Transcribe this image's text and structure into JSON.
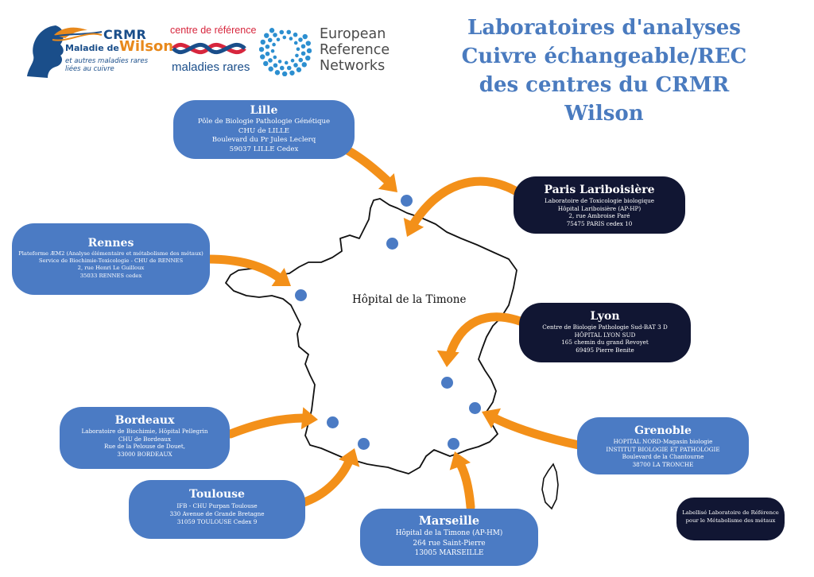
{
  "logos": {
    "crmr": {
      "acronym": "CRMR",
      "maladie_de": "Maladie de",
      "wilson": "Wilson",
      "subtitle_line1": "et autres maladies rares",
      "subtitle_line2": "liées au cuivre"
    },
    "centre_reference": {
      "top": "centre de référence",
      "bottom": "maladies rares"
    },
    "ern": {
      "line1": "European",
      "line2": "Reference",
      "line3": "Networks"
    }
  },
  "title": {
    "line1": "Laboratoires d'analyses",
    "line2": "Cuivre échangeable/REC",
    "line3": "des centres du CRMR Wilson"
  },
  "map_label": "Hôpital de la Timone",
  "labs": {
    "lille": {
      "name": "Lille",
      "lines": [
        "Pôle de Biologie Pathologie Génétique",
        "CHU de LILLE",
        "Boulevard du Pr Jules Leclerq",
        "59037 LILLE Cedex"
      ]
    },
    "paris": {
      "name": "Paris Lariboisière",
      "lines": [
        "Laboratoire de Toxicologie biologique",
        "Hôpital Lariboisière (AP-HP)",
        "2, rue Ambroise Paré",
        "75475 PARIS cedex 10"
      ]
    },
    "rennes": {
      "name": "Rennes",
      "lines": [
        "Plateforme ÆM2 (Analyse élémentaire et métabolisme des métaux)",
        "Service de Biochimie-Toxicologie - CHU de RENNES",
        "2, rue Henri Le Guilloux",
        "35033 RENNES cedex"
      ]
    },
    "lyon": {
      "name": "Lyon",
      "lines": [
        "Centre de Biologie Pathologie Sud-BAT 3 D",
        "HÔPITAL LYON SUD",
        "165 chemin du grand Revoyet",
        "69495 Pierre Benite"
      ]
    },
    "bordeaux": {
      "name": "Bordeaux",
      "lines": [
        "Laboratoire de Biochimie, Hôpital Pellegrin",
        "CHU de Bordeaux",
        "Rue de la Pelouse de Douet,",
        "33000 BORDEAUX"
      ]
    },
    "grenoble": {
      "name": "Grenoble",
      "lines": [
        "HOPITAL NORD-Magasin biologie",
        "INSTITUT BIOLOGIE ET PATHOLOGIE",
        "Boulevard de la Chantourne",
        "38700 LA TRONCHE"
      ]
    },
    "toulouse": {
      "name": "Toulouse",
      "lines": [
        "IFB - CHU Purpan Toulouse",
        "330 Avenue de Grande Bretagne",
        "31059 TOULOUSE Cedex 9"
      ]
    },
    "marseille": {
      "name": "Marseille",
      "lines": [
        "Hôpital de la Timone (AP-HM)",
        "264 rue Saint-Pierre",
        "13005 MARSEILLE"
      ]
    }
  },
  "legend": {
    "line1": "Labellisé Laboratoire de Référence",
    "line2": "pour le Métabolisme des métaux"
  },
  "colors": {
    "box_light": "#4b7bc4",
    "box_dark": "#111633",
    "arrow": "#f39019",
    "title": "#4a7bbf"
  }
}
